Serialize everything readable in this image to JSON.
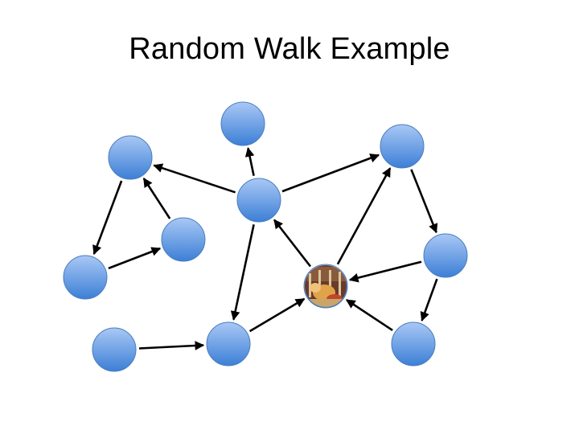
{
  "title": "Random Walk Example",
  "colors": {
    "node_top": "#a9c8f5",
    "node_bottom": "#3c7fd6",
    "node_stroke": "#4a7dbd",
    "edge": "#000000"
  },
  "nodes": [
    {
      "id": "n1",
      "name": "node-top"
    },
    {
      "id": "n2",
      "name": "node-upper-left"
    },
    {
      "id": "n3",
      "name": "node-upper-center"
    },
    {
      "id": "n4",
      "name": "node-upper-right"
    },
    {
      "id": "n5",
      "name": "node-middle-left"
    },
    {
      "id": "n6",
      "name": "node-left"
    },
    {
      "id": "n7",
      "name": "node-walker"
    },
    {
      "id": "n8",
      "name": "node-right"
    },
    {
      "id": "n9",
      "name": "node-lower-left"
    },
    {
      "id": "n10",
      "name": "node-lower-center"
    },
    {
      "id": "n11",
      "name": "node-lower-right"
    }
  ],
  "edges": [
    {
      "from": "n3",
      "to": "n1"
    },
    {
      "from": "n3",
      "to": "n2"
    },
    {
      "from": "n3",
      "to": "n4"
    },
    {
      "from": "n3",
      "to": "n10"
    },
    {
      "from": "n5",
      "to": "n2"
    },
    {
      "from": "n2",
      "to": "n6"
    },
    {
      "from": "n6",
      "to": "n5"
    },
    {
      "from": "n9",
      "to": "n10"
    },
    {
      "from": "n10",
      "to": "n7"
    },
    {
      "from": "n7",
      "to": "n3"
    },
    {
      "from": "n7",
      "to": "n4"
    },
    {
      "from": "n4",
      "to": "n8"
    },
    {
      "from": "n8",
      "to": "n7"
    },
    {
      "from": "n8",
      "to": "n11"
    },
    {
      "from": "n11",
      "to": "n7"
    }
  ],
  "walker": {
    "node": "n7",
    "icon": "random-walker-photo-icon"
  }
}
